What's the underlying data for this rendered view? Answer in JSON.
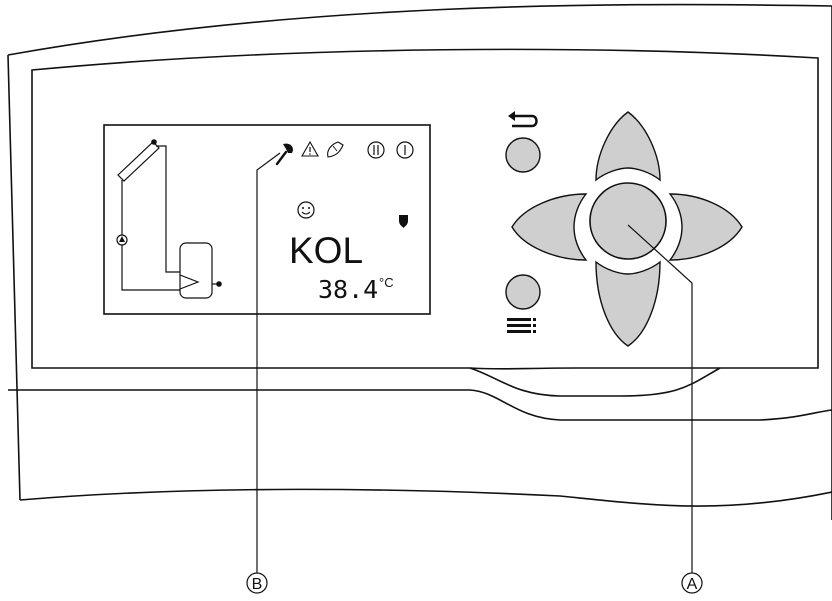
{
  "lcd": {
    "mode_label": "KOL",
    "temperature": "38.4",
    "temperature_unit": "°C",
    "status_icons": [
      "wrench-icon",
      "warning-icon",
      "manual-hand-icon",
      "pause-icon",
      "power-icon"
    ],
    "mood_icon": "smiley-icon",
    "indicator_icon": "shield-icon"
  },
  "callouts": {
    "a_label": "A",
    "b_label": "B"
  },
  "controls": {
    "back_icon": "back-arrow-icon",
    "menu_icon": "menu-lines-icon",
    "dpad_directions": [
      "up",
      "down",
      "left",
      "right",
      "center"
    ]
  },
  "colors": {
    "button_fill": "#cfcfcf",
    "line": "#111111",
    "background": "#ffffff"
  }
}
